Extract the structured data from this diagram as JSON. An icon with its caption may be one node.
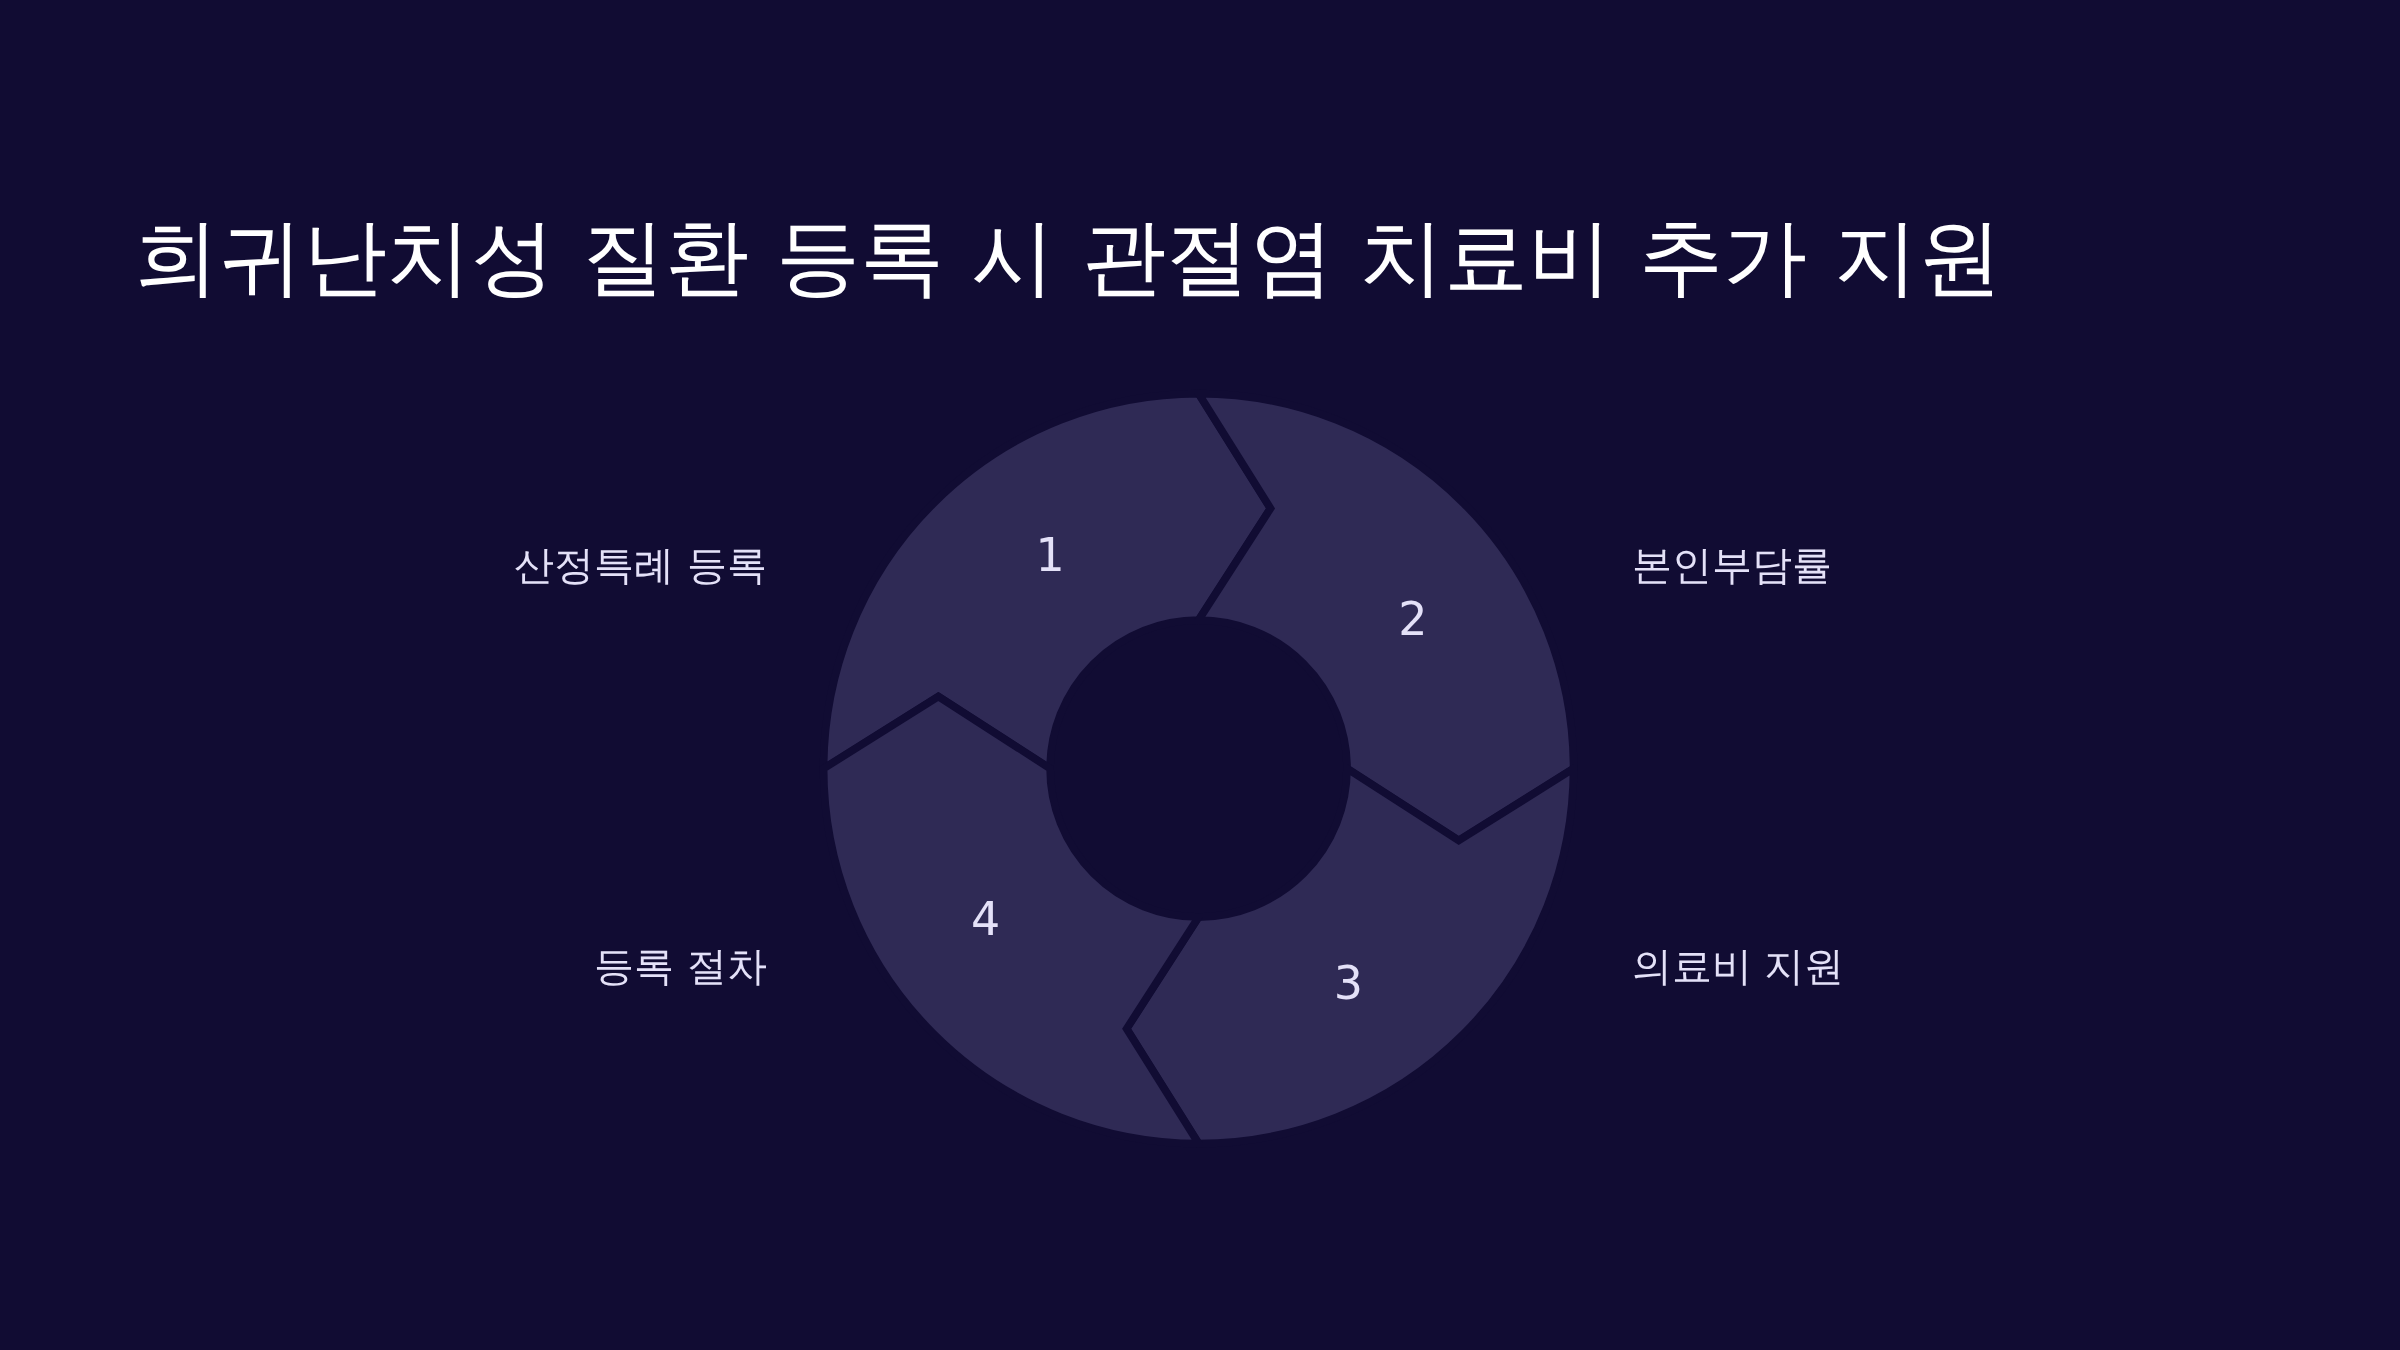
{
  "diagram": {
    "title": "희귀난치성 질환 등록 시 관절염 치료비 추가 지원",
    "nodes": [
      {
        "text": [
          "1"
        ],
        "beside": [
          "산정특례 등록"
        ]
      },
      {
        "text": [
          "2"
        ],
        "beside": [
          "본인부담률"
        ]
      },
      {
        "text": [
          "3"
        ],
        "beside": [
          "의료비 지원"
        ]
      },
      {
        "text": [
          "4"
        ],
        "beside": [
          "등록 절차"
        ]
      }
    ]
  }
}
